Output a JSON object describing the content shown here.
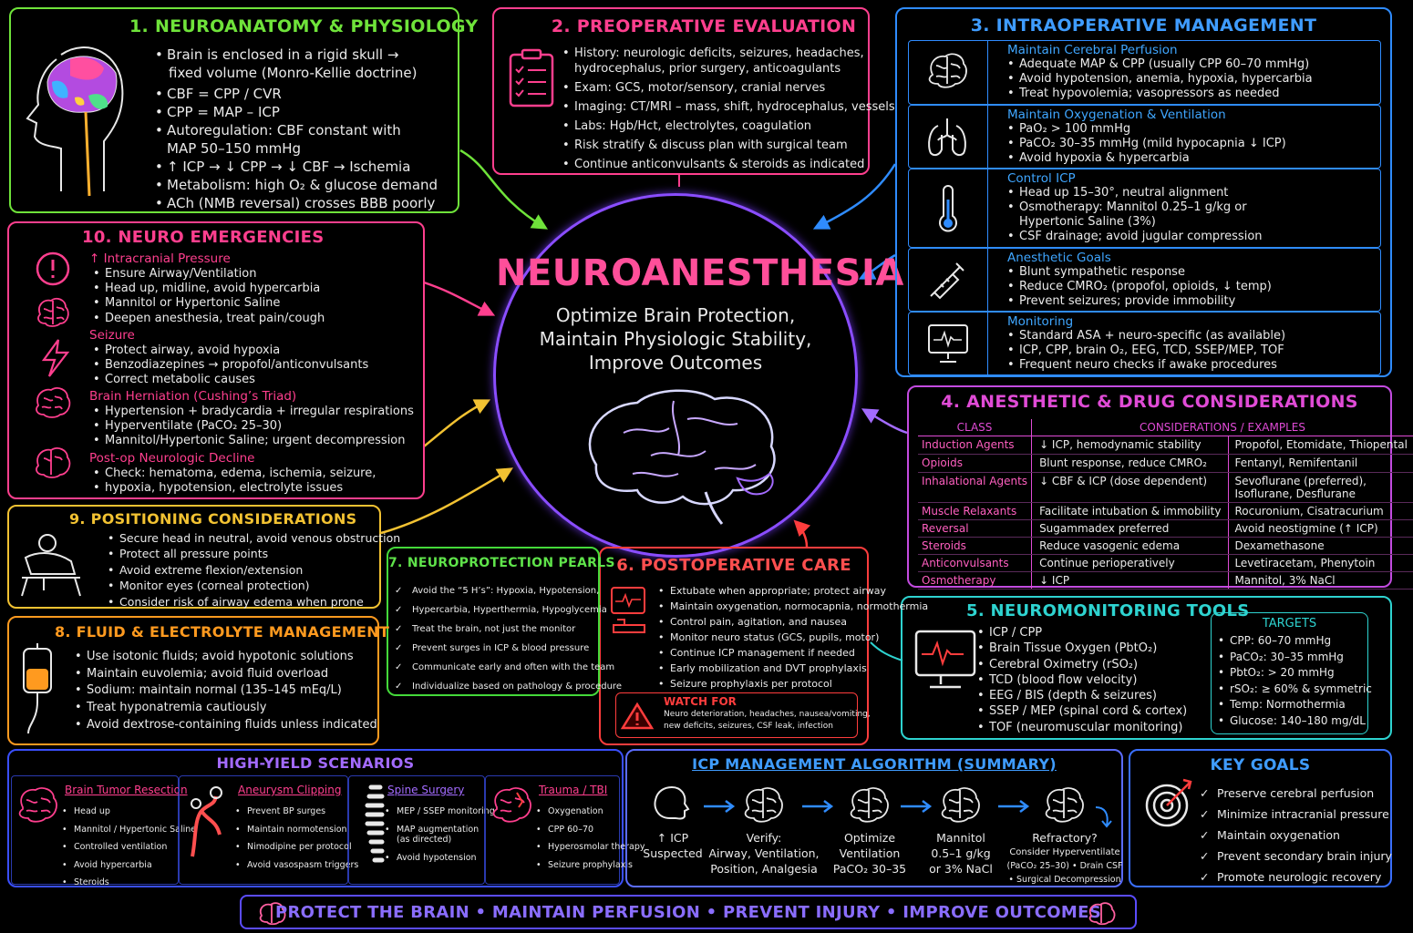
{
  "center": {
    "title": "NEUROANESTHESIA",
    "subtitle": [
      "Optimize Brain Protection,",
      "Maintain Physiologic Stability,",
      "Improve Outcomes"
    ]
  },
  "p1": {
    "title": "1. NEUROANATOMY & PHYSIOLOGY",
    "items": [
      "Brain is enclosed in a rigid skull →",
      "fixed volume (Monro-Kellie doctrine)",
      "CBF = CPP / CVR",
      "CPP = MAP – ICP",
      "Autoregulation: CBF constant with",
      "MAP 50–150 mmHg",
      "↑ ICP → ↓ CPP → ↓ CBF → Ischemia",
      "Metabolism: high O₂ & glucose demand",
      "ACh (NMB reversal) crosses BBB poorly"
    ]
  },
  "p2": {
    "title": "2. PREOPERATIVE EVALUATION",
    "items": [
      "History: neurologic deficits, seizures, headaches,",
      "hydrocephalus, prior surgery, anticoagulants",
      "Exam: GCS, motor/sensory, cranial nerves",
      "Imaging: CT/MRI – mass, shift, hydrocephalus, vessels",
      "Labs: Hgb/Hct, electrolytes, coagulation",
      "Risk stratify & discuss plan with surgical team",
      "Continue anticonvulsants & steroids as indicated"
    ]
  },
  "p3": {
    "title": "3. INTRAOPERATIVE MANAGEMENT",
    "sections": [
      {
        "head": "Maintain Cerebral Perfusion",
        "items": [
          "Adequate MAP & CPP (usually CPP 60–70 mmHg)",
          "Avoid hypotension, anemia, hypoxia, hypercarbia",
          "Treat hypovolemia; vasopressors as needed"
        ]
      },
      {
        "head": "Maintain Oxygenation & Ventilation",
        "items": [
          "PaO₂ > 100 mmHg",
          "PaCO₂ 30–35 mmHg (mild hypocapnia ↓ ICP)",
          "Avoid hypoxia & hypercarbia"
        ]
      },
      {
        "head": "Control ICP",
        "items": [
          "Head up 15–30°, neutral alignment",
          "Osmotherapy: Mannitol 0.25–1 g/kg or",
          "Hypertonic Saline (3%)",
          "CSF drainage; avoid jugular compression"
        ]
      },
      {
        "head": "Anesthetic Goals",
        "items": [
          "Blunt sympathetic response",
          "Reduce CMRO₂ (propofol, opioids, ↓ temp)",
          "Prevent seizures; provide immobility"
        ]
      },
      {
        "head": "Monitoring",
        "items": [
          "Standard ASA + neuro-specific (as available)",
          "ICP, CPP, brain O₂, EEG, TCD,  SSEP/MEP, TOF",
          "Frequent neuro checks if awake procedures"
        ]
      }
    ]
  },
  "p4": {
    "title": "4. ANESTHETIC & DRUG CONSIDERATIONS",
    "headers": [
      "CLASS",
      "CONSIDERATIONS / EXAMPLES"
    ],
    "rows": [
      [
        "Induction Agents",
        "↓ ICP, hemodynamic stability",
        "Propofol, Etomidate, Thiopental"
      ],
      [
        "Opioids",
        "Blunt response, reduce CMRO₂",
        "Fentanyl, Remifentanil"
      ],
      [
        "Inhalational Agents",
        "↓ CBF & ICP (dose dependent)",
        "Sevoflurane (preferred),\nIsoflurane, Desflurane"
      ],
      [
        "Muscle Relaxants",
        "Facilitate intubation & immobility",
        "Rocuronium, Cisatracurium"
      ],
      [
        "Reversal",
        "Sugammadex preferred",
        "Avoid neostigmine (↑ ICP)"
      ],
      [
        "Steroids",
        "Reduce vasogenic edema",
        "Dexamethasone"
      ],
      [
        "Anticonvulsants",
        "Continue perioperatively",
        "Levetiracetam, Phenytoin"
      ],
      [
        "Osmotherapy",
        "↓ ICP",
        "Mannitol, 3% NaCl"
      ]
    ]
  },
  "p5": {
    "title": "5. NEUROMONITORING TOOLS",
    "items": [
      "ICP / CPP",
      "Brain Tissue Oxygen (PbtO₂)",
      "Cerebral Oximetry (rSO₂)",
      "TCD (blood flow velocity)",
      "EEG / BIS (depth & seizures)",
      "SSEP / MEP (spinal cord & cortex)",
      "TOF (neuromuscular monitoring)"
    ],
    "targets_title": "TARGETS",
    "targets": [
      "CPP: 60–70 mmHg",
      "PaCO₂: 30–35 mmHg",
      "PbtO₂: > 20 mmHg",
      "rSO₂: ≥ 60% & symmetric",
      "Temp: Normothermia",
      "Glucose: 140–180 mg/dL"
    ]
  },
  "p6": {
    "title": "6. POSTOPERATIVE CARE",
    "items": [
      "Extubate when appropriate; protect airway",
      "Maintain oxygenation, normocapnia, normothermia",
      "Control pain, agitation, and nausea",
      "Monitor neuro status (GCS, pupils, motor)",
      "Continue ICP management if needed",
      "Early mobilization and DVT prophylaxis",
      "Seizure prophylaxis per protocol"
    ],
    "watch_title": "WATCH FOR",
    "watch_text": [
      "Neuro deterioration, headaches, nausea/vomiting,",
      "new deficits, seizures, CSF leak, infection"
    ]
  },
  "p7": {
    "title": "7. NEUROPROTECTION PEARLS",
    "items": [
      "Avoid the “5 H’s”: Hypoxia, Hypotension,",
      "Hypercarbia, Hyperthermia, Hypoglycemia",
      "Treat the brain, not just the monitor",
      "Prevent surges in ICP & blood pressure",
      "Communicate early and often with the team",
      "Individualize based on pathology & procedure"
    ]
  },
  "p8": {
    "title": "8. FLUID & ELECTROLYTE MANAGEMENT",
    "items": [
      "Use isotonic fluids; avoid hypotonic solutions",
      "Maintain euvolemia; avoid fluid overload",
      "Sodium: maintain normal (135–145 mEq/L)",
      "Treat hyponatremia cautiously",
      "Avoid dextrose-containing fluids unless indicated"
    ]
  },
  "p9": {
    "title": "9. POSITIONING CONSIDERATIONS",
    "items": [
      "Secure head in neutral, avoid venous obstruction",
      "Protect all pressure points",
      "Avoid extreme flexion/extension",
      "Monitor eyes (corneal protection)",
      "Consider risk of airway edema when prone"
    ]
  },
  "p10": {
    "title": "10. NEURO EMERGENCIES",
    "sections": [
      {
        "head": "↑ Intracranial Pressure",
        "items": [
          "Ensure Airway/Ventilation",
          "Head up, midline, avoid hypercarbia",
          "Mannitol or Hypertonic Saline",
          "Deepen anesthesia, treat pain/cough"
        ]
      },
      {
        "head": "Seizure",
        "items": [
          "Protect airway, avoid hypoxia",
          "Benzodiazepines → propofol/anticonvulsants",
          "Correct metabolic causes"
        ]
      },
      {
        "head": "Brain Herniation (Cushing’s Triad)",
        "items": [
          "Hypertension + bradycardia + irregular respirations",
          "Hyperventilate (PaCO₂ 25–30)",
          "Mannitol/Hypertonic Saline; urgent decompression"
        ]
      },
      {
        "head": "Post-op Neurologic Decline",
        "items": [
          "Check: hematoma, edema, ischemia, seizure,",
          "hypoxia, hypotension, electrolyte issues"
        ]
      }
    ]
  },
  "scenarios": {
    "title": "HIGH-YIELD SCENARIOS",
    "cards": [
      {
        "head": "Brain Tumor Resection",
        "items": [
          "Head up",
          "Mannitol / Hypertonic Saline",
          "Controlled ventilation",
          "Avoid hypercarbia",
          "Steroids"
        ]
      },
      {
        "head": "Aneurysm Clipping",
        "items": [
          "Prevent BP surges",
          "Maintain normotension",
          "Nimodipine per protocol",
          "Avoid vasospasm triggers"
        ]
      },
      {
        "head": "Spine Surgery",
        "items": [
          "MEP / SSEP monitoring",
          "MAP augmentation",
          "(as directed)",
          "Avoid hypotension"
        ]
      },
      {
        "head": "Trauma / TBI",
        "items": [
          "Oxygenation",
          "CPP 60–70",
          "Hyperosmolar therapy",
          "Seizure prophylaxis"
        ]
      }
    ]
  },
  "icp": {
    "title": "ICP MANAGEMENT ALGORITHM (SUMMARY)",
    "steps": [
      {
        "l1": "↑ ICP",
        "l2": "Suspected",
        "l3": ""
      },
      {
        "l1": "Verify:",
        "l2": "Airway, Ventilation,",
        "l3": "Position, Analgesia"
      },
      {
        "l1": "Optimize",
        "l2": "Ventilation",
        "l3": "PaCO₂ 30–35"
      },
      {
        "l1": "Mannitol",
        "l2": "0.5–1 g/kg",
        "l3": "or 3% NaCl"
      },
      {
        "l1": "Refractory?",
        "l2": "Consider Hyperventilate",
        "l3": "(PaCO₂ 25–30) • Drain CSF",
        "l4": "• Surgical Decompression"
      }
    ]
  },
  "goals": {
    "title": "KEY GOALS",
    "items": [
      "Preserve cerebral perfusion",
      "Minimize intracranial pressure",
      "Maintain oxygenation",
      "Prevent secondary brain injury",
      "Promote neurologic recovery"
    ]
  },
  "footer": "PROTECT THE BRAIN • MAINTAIN PERFUSION • PREVENT INJURY • IMPROVE OUTCOMES",
  "colors": {
    "green": "#6fe33a",
    "pink": "#ff3f8e",
    "blue": "#2f8cff",
    "magenta": "#e04bd6",
    "teal": "#2ed3d0",
    "red": "#ff3d3d",
    "lime": "#44d93a",
    "orange": "#ff9a1f",
    "yellow": "#f2c232",
    "violet": "#8a4dff",
    "purple": "#a36bff"
  }
}
